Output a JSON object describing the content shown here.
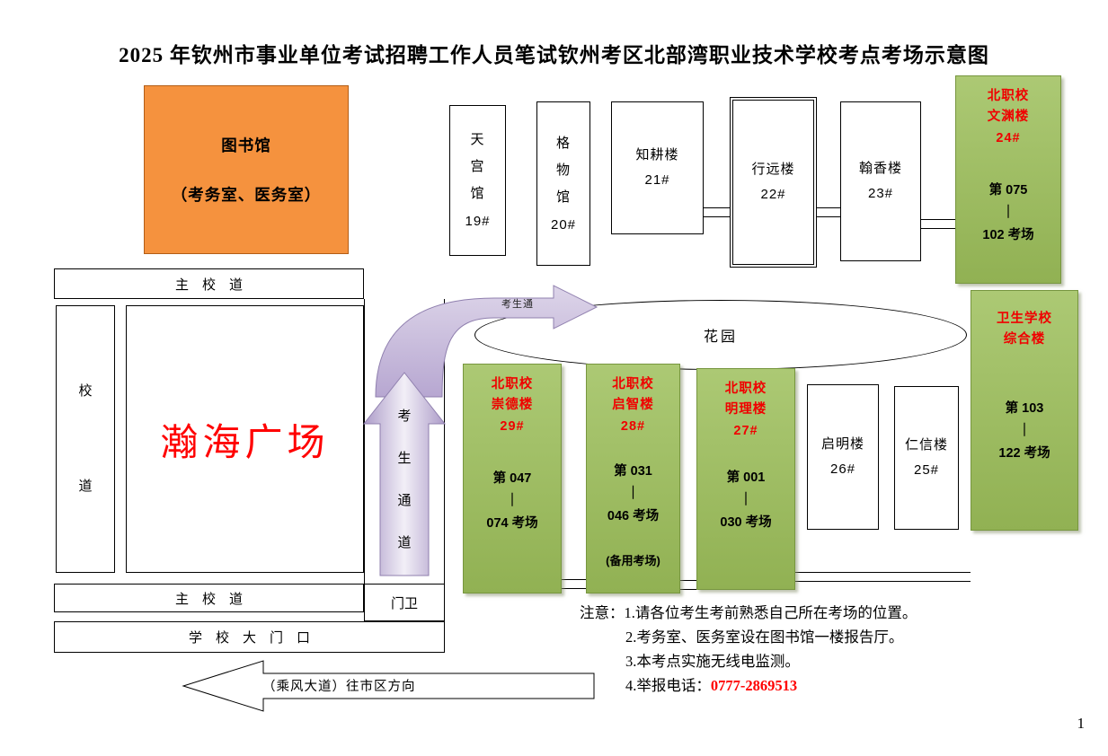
{
  "title": "2025 年钦州市事业单位考试招聘工作人员笔试钦州考区北部湾职业技术学校考点考场示意图",
  "page_number": "1",
  "library": {
    "name": "图书馆",
    "subtitle": "（考务室、医务室）"
  },
  "roads": {
    "main_road_top": "主　校　道",
    "main_road_bottom": "主　校　道",
    "side_road": "校道",
    "school_gate": "学　校　大　门　口",
    "guard_room": "门卫",
    "plaza": "瀚海广场",
    "garden": "花园"
  },
  "paths": {
    "corridor_label": "考生通道",
    "curve_arrow_label": "考生通",
    "avenue_label": "（乘风大道）往市区方向"
  },
  "buildings": {
    "tiangong": {
      "name": "天宫馆",
      "number": "19#"
    },
    "gewu": {
      "name": "格物馆",
      "number": "20#"
    },
    "zhigeng": {
      "name": "知耕楼",
      "number": "21#"
    },
    "xingyuan": {
      "name": "行远楼",
      "number": "22#"
    },
    "hanxiang": {
      "name": "翰香楼",
      "number": "23#"
    },
    "qiming": {
      "name": "启明楼",
      "number": "26#"
    },
    "renxin": {
      "name": "仁信楼",
      "number": "25#"
    }
  },
  "exam_buildings": {
    "wenyuan": {
      "title": "北职校\n文渊楼\n24#",
      "rooms": "第 075\n｜\n102 考场"
    },
    "weixiao": {
      "title": "卫生学校\n综合楼",
      "rooms": "第 103\n｜\n122 考场"
    },
    "chongde": {
      "title": "北职校\n崇德楼\n29#",
      "rooms": "第 047\n｜\n074 考场"
    },
    "qizhi": {
      "title": "北职校\n启智楼\n28#",
      "rooms": "第 031\n｜\n046 考场",
      "note": "(备用考场)"
    },
    "mingli": {
      "title": "北职校\n明理楼\n27#",
      "rooms": "第 001\n｜\n030 考场"
    }
  },
  "notes": {
    "label": "注意：",
    "item1": "1.请各位考生考前熟悉自己所在考场的位置。",
    "item2": "2.考务室、医务室设在图书馆一楼报告厅。",
    "item3": "3.本考点实施无线电监测。",
    "item4": "4.举报电话：",
    "phone": "0777-2869513"
  },
  "colors": {
    "library_orange": "#F5923E",
    "exam_green": "#9BBB59",
    "highlight_red": "#FF0000",
    "arrow_purple": "#CCC0DA"
  }
}
